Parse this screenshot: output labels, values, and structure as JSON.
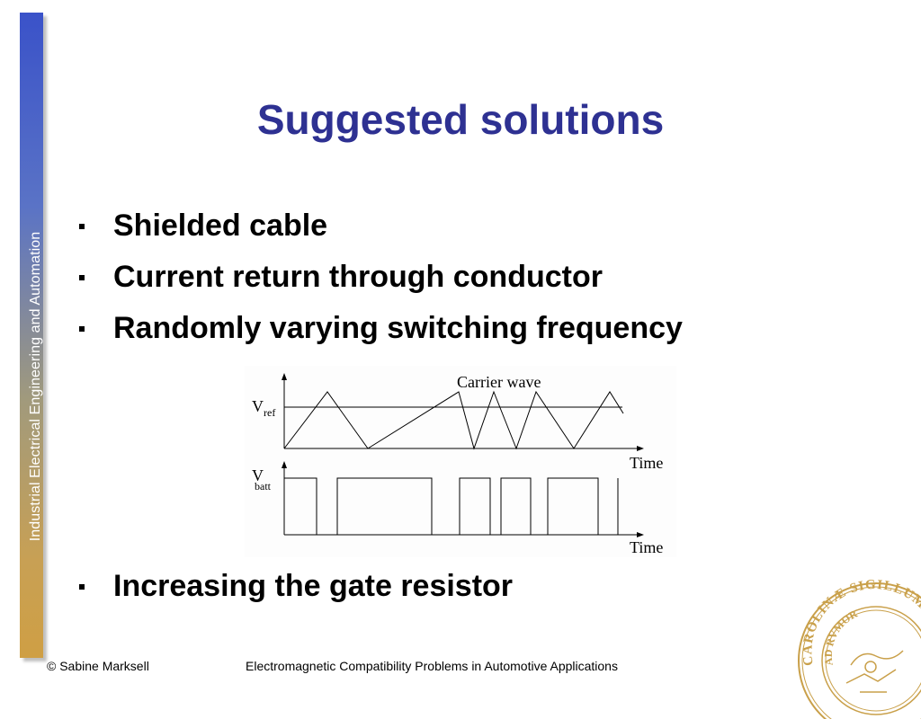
{
  "sidebar": {
    "label": "Industrial Electrical Engineering and Automation"
  },
  "slide": {
    "title": "Suggested solutions",
    "bullets": [
      "Shielded cable",
      "Current return through conductor",
      "Randomly varying switching frequency",
      "Increasing the gate resistor"
    ]
  },
  "diagram": {
    "carrier_label": "Carrier wave",
    "vref_main": "V",
    "vref_sub": "ref",
    "vbatt_main": "V",
    "vbatt_sub": "batt",
    "time_label_top": "Time",
    "time_label_bottom": "Time"
  },
  "footer": {
    "copyright": "© Sabine Marksell",
    "course": "Electromagnetic Compatibility Problems in Automotive Applications"
  },
  "seal": {
    "text_left": "CAROLINÆ",
    "text_right": "SIGILLUM",
    "text_inner_left": "AD",
    "text_inner_right": "RVMOR"
  },
  "colors": {
    "title": "#2e3192",
    "sidebar_top": "#3a52c9",
    "sidebar_bottom": "#cf9f44",
    "seal": "#c9a04a"
  }
}
